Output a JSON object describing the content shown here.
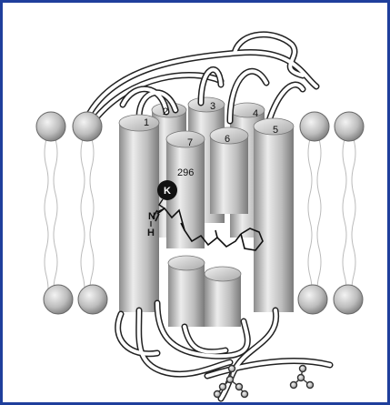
{
  "diagram": {
    "helix_labels": [
      "1",
      "2",
      "3",
      "4",
      "5",
      "6",
      "7"
    ],
    "residue_number": "296",
    "residue_code": "K",
    "atom_labels": {
      "nitrogen": "N",
      "hydrogen": "H"
    },
    "colors": {
      "frame_border": "#1f3f9c",
      "helix_fill": "#c9c9c9",
      "lipid_head": "#bdbdbd",
      "loop_stroke": "#222222",
      "lysine_fill": "#111111"
    }
  }
}
